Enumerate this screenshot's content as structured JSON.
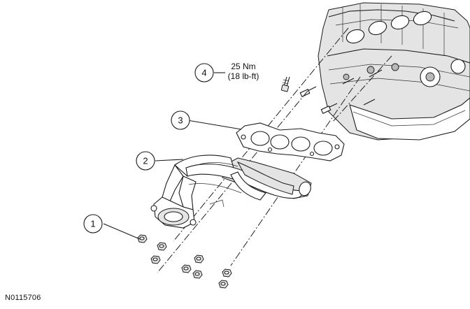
{
  "figure_id": "N0115706",
  "torque_spec": {
    "metric": "25 Nm",
    "imperial": "(18 lb-ft)"
  },
  "callouts": [
    {
      "number": "1",
      "part": "exhaust-manifold-nut"
    },
    {
      "number": "2",
      "part": "exhaust-manifold"
    },
    {
      "number": "3",
      "part": "exhaust-manifold-gasket"
    },
    {
      "number": "4",
      "part": "exhaust-manifold-stud"
    }
  ],
  "colors": {
    "line": "#1a1a1a",
    "part_shading": "#e4e4e4",
    "background": "#ffffff"
  }
}
